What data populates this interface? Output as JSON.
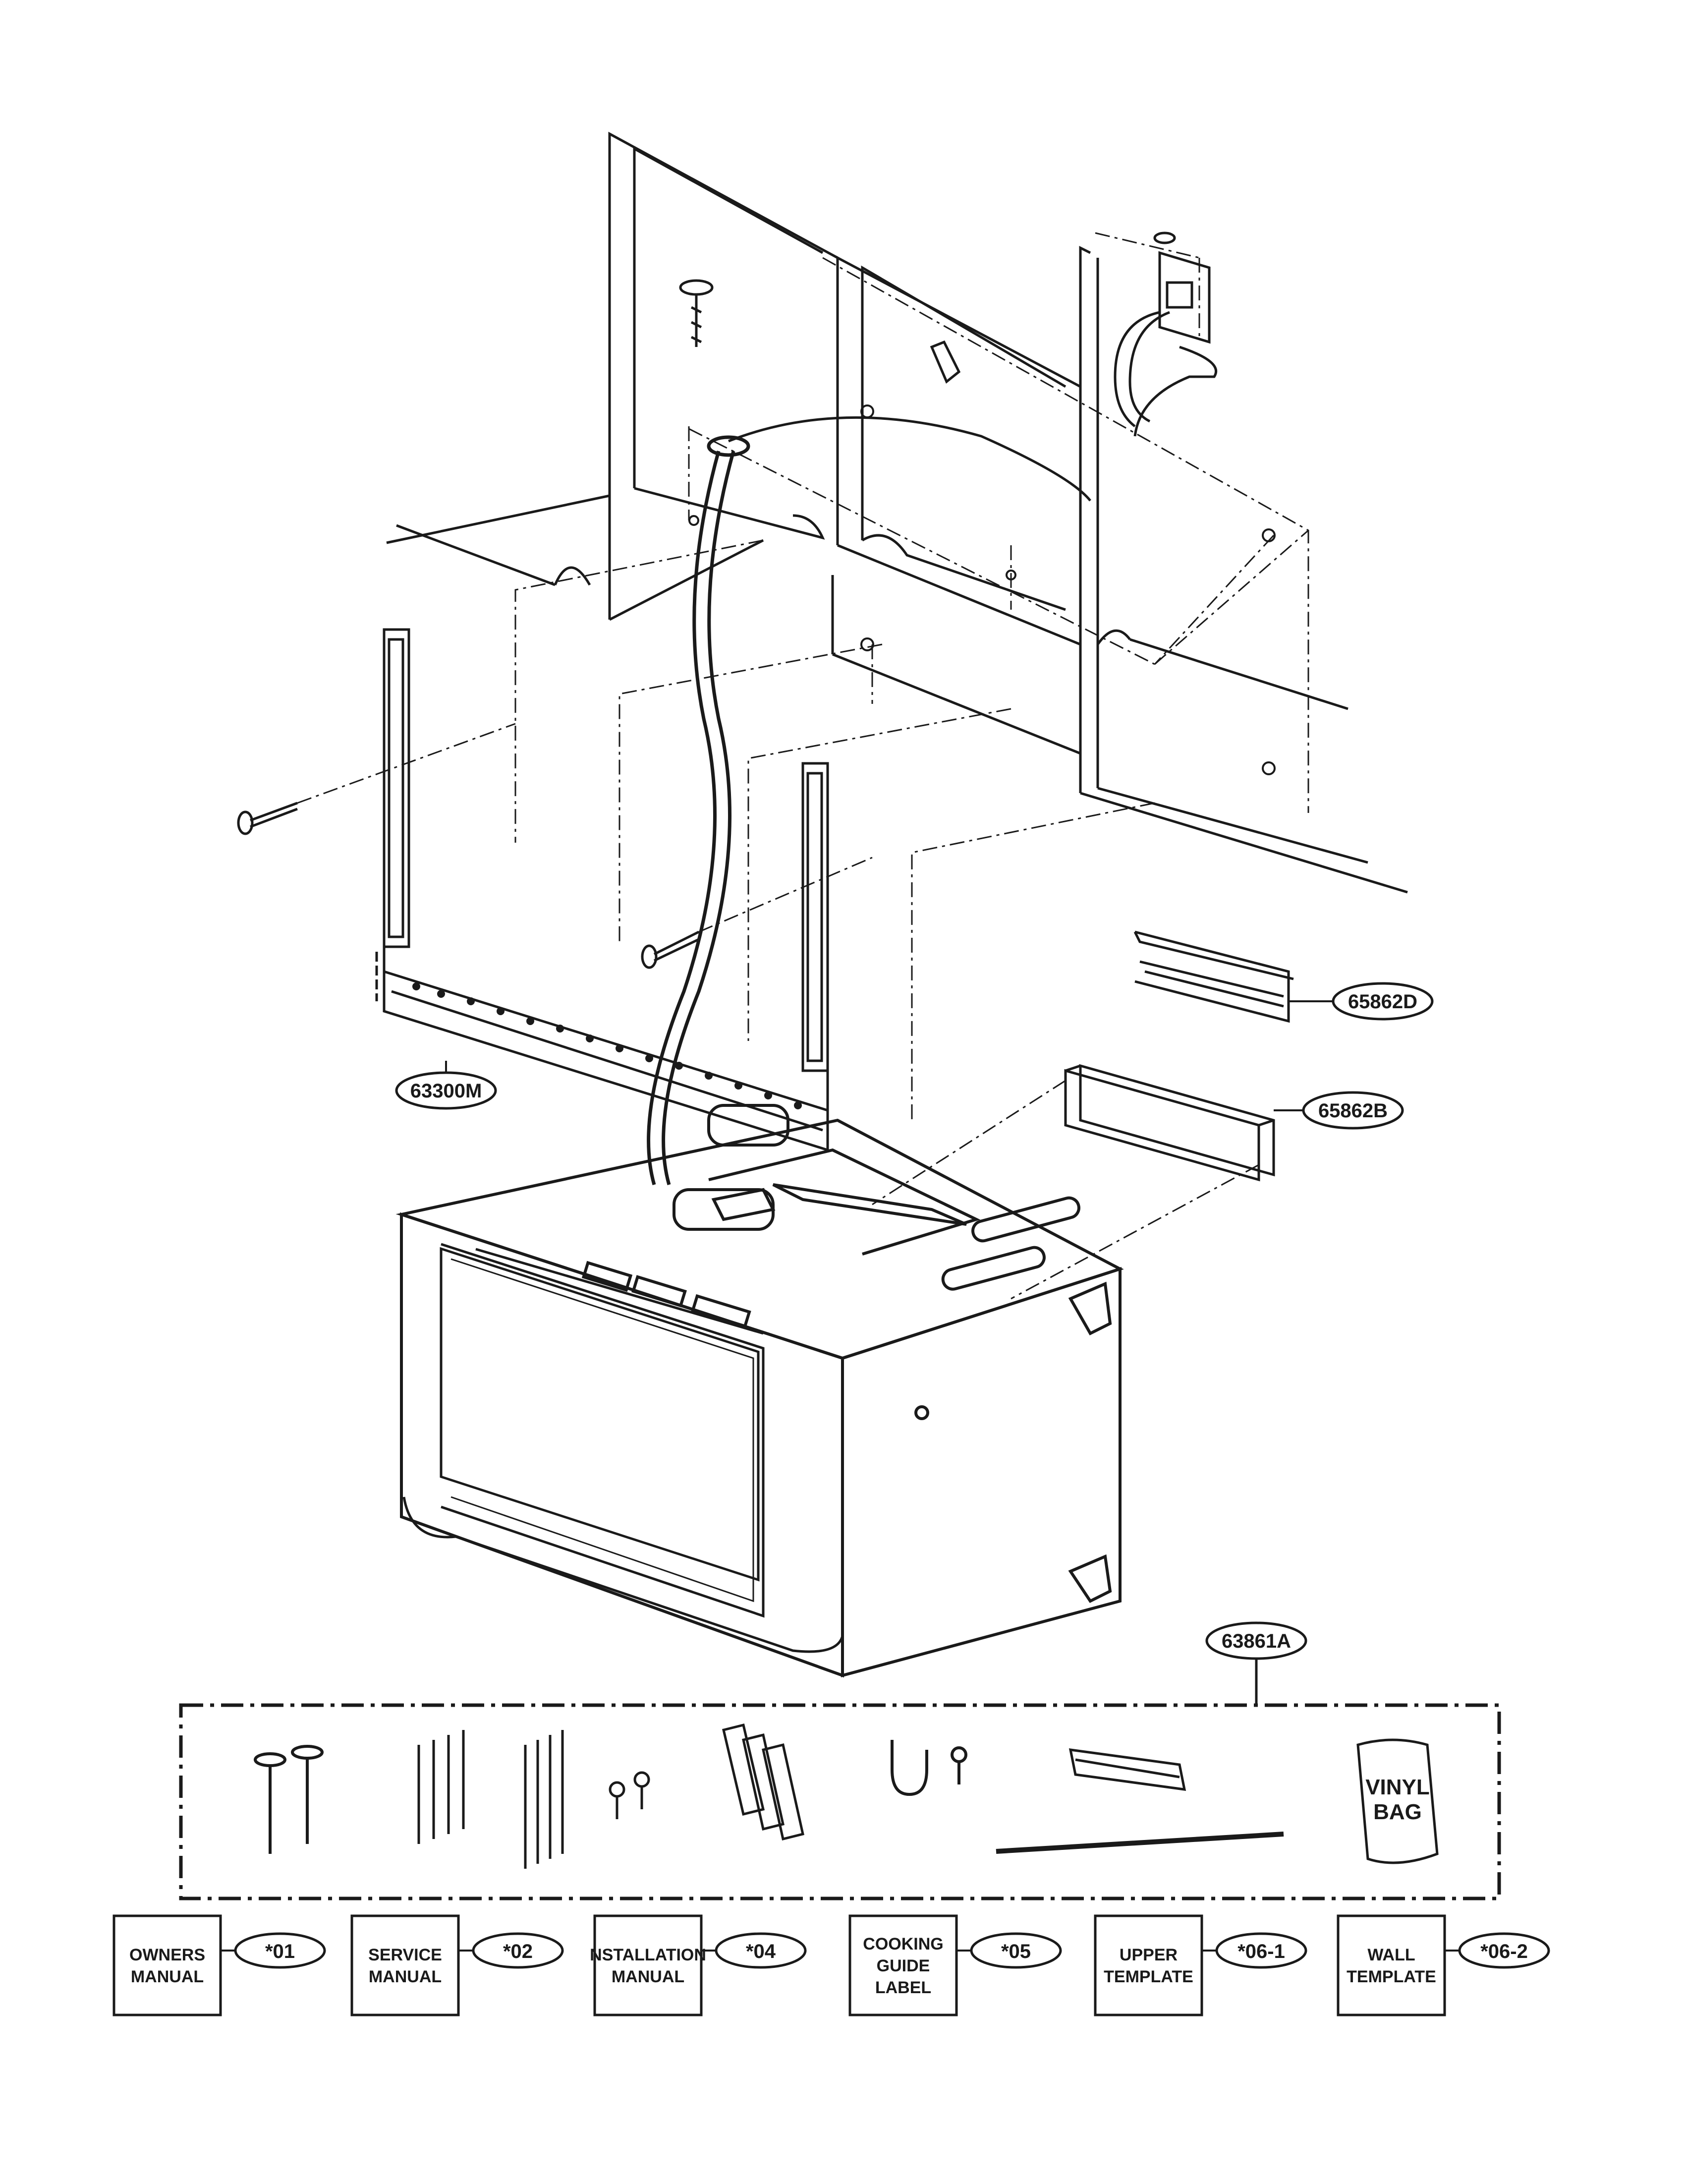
{
  "callouts": {
    "bracket": "63300M",
    "duct_plate": "65862D",
    "damper": "65862B",
    "hardware_kit": "63861A"
  },
  "kit": {
    "vinyl_bag_line1": "VINYL",
    "vinyl_bag_line2": "BAG"
  },
  "documents": [
    {
      "line1": "OWNERS",
      "line2": "MANUAL",
      "line3": "",
      "code": "*01"
    },
    {
      "line1": "SERVICE",
      "line2": "MANUAL",
      "line3": "",
      "code": "*02"
    },
    {
      "line1": "NSTALLATION",
      "line2": "MANUAL",
      "line3": "",
      "code": "*04"
    },
    {
      "line1": "COOKING",
      "line2": "GUIDE",
      "line3": "LABEL",
      "code": "*05"
    },
    {
      "line1": "UPPER",
      "line2": "TEMPLATE",
      "line3": "",
      "code": "*06-1"
    },
    {
      "line1": "WALL",
      "line2": "TEMPLATE",
      "line3": "",
      "code": "*06-2"
    }
  ]
}
